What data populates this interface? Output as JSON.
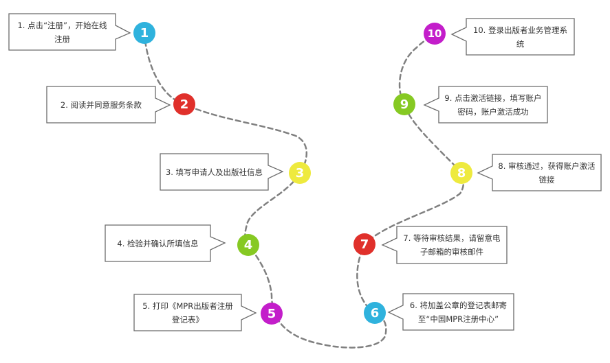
{
  "title": "MPR出版者注册流程",
  "path_color": "#808080",
  "steps": [
    {
      "number": "1",
      "text": "1. 点击“注册”，开始在线注册",
      "color": "#2fb2dd"
    },
    {
      "number": "2",
      "text": "2. 阅读并同意服务条款",
      "color": "#e0302b"
    },
    {
      "number": "3",
      "text": "3. 填写申请人及出版社信息",
      "color": "#eeea3e"
    },
    {
      "number": "4",
      "text": "4. 检验并确认所填信息",
      "color": "#86c923"
    },
    {
      "number": "5",
      "text": "5. 打印《MPR出版者注册登记表》",
      "color": "#c31eca"
    },
    {
      "number": "6",
      "text": "6. 将加盖公章的登记表邮寄至“中国MPR注册中心”",
      "color": "#2fb2dd"
    },
    {
      "number": "7",
      "text": "7. 等待审核结果，请留意电子邮箱的审核邮件",
      "color": "#e0302b"
    },
    {
      "number": "8",
      "text": "8. 审核通过，获得账户激活链接",
      "color": "#eeea3e"
    },
    {
      "number": "9",
      "text": "9. 点击激活链接，填写账户密码，账户激活成功",
      "color": "#86c923"
    },
    {
      "number": "10",
      "text": "10. 登录出版者业务管理系统",
      "color": "#c31eca"
    }
  ]
}
